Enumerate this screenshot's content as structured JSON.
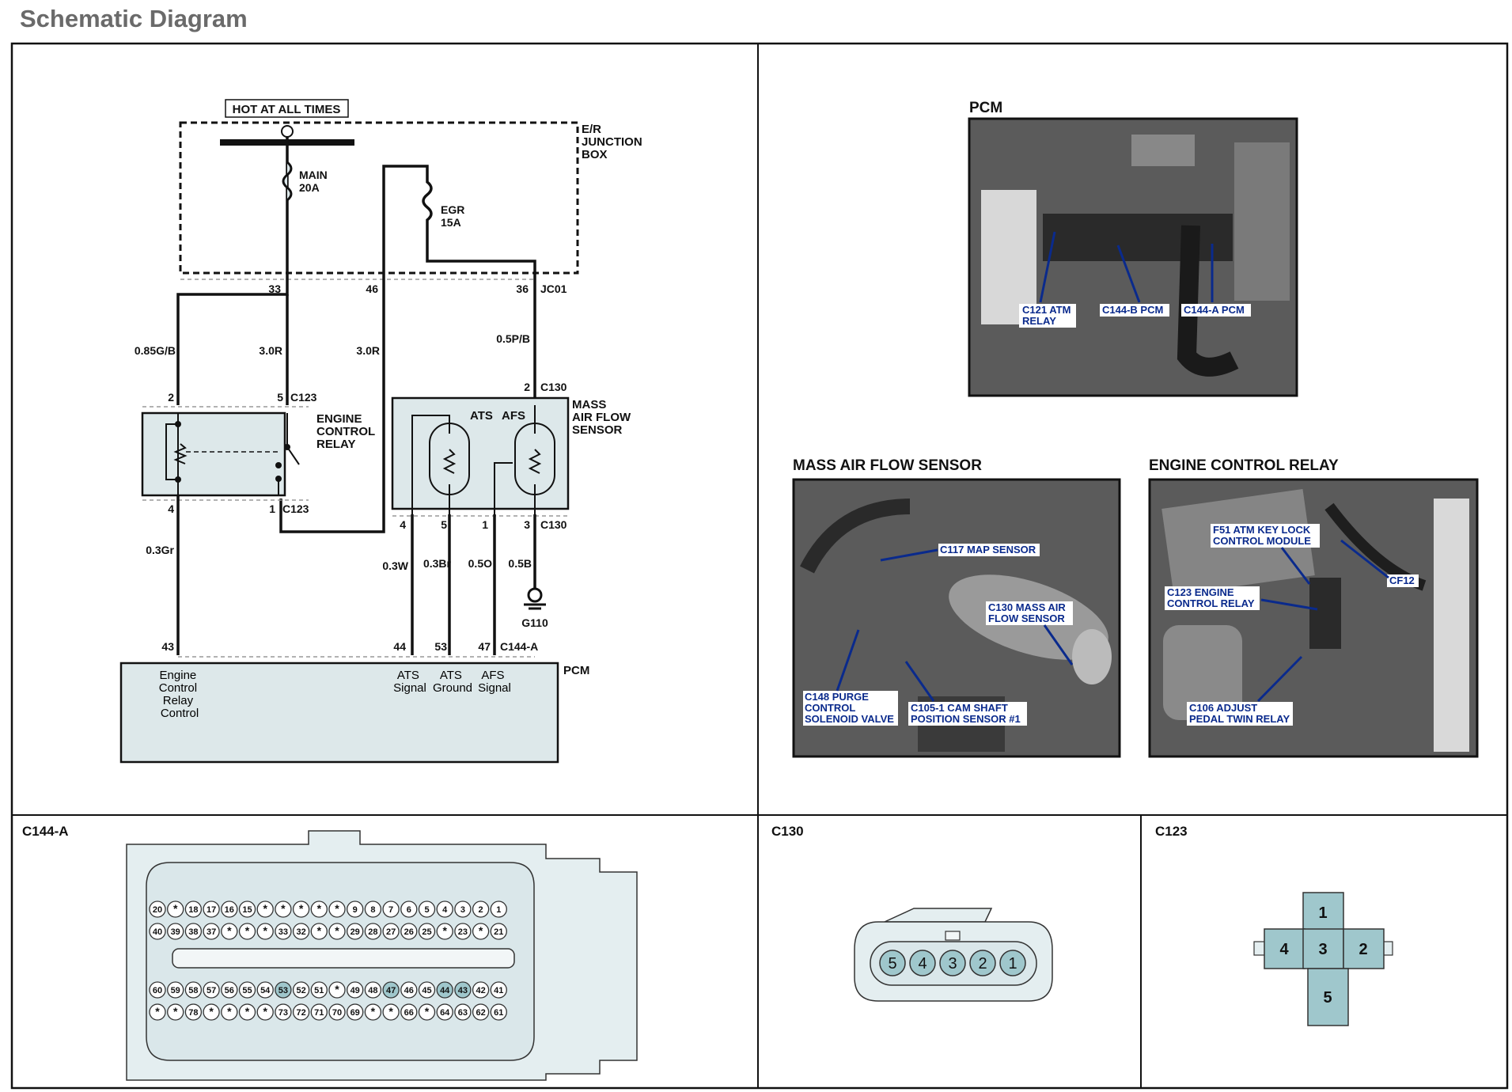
{
  "title": "Schematic Diagram",
  "schematic": {
    "power_label": "HOT AT ALL TIMES",
    "junction_box": [
      "E/R",
      "JUNCTION",
      "BOX"
    ],
    "fuse_main": [
      "MAIN",
      "20A"
    ],
    "fuse_egr": [
      "EGR",
      "15A"
    ],
    "jb_pins": [
      "33",
      "46",
      "36"
    ],
    "jc01": "JC01",
    "wires": {
      "w1": "0.85G/B",
      "w2": "3.0R",
      "w3": "3.0R",
      "w4": "0.5P/B",
      "w5": "0.3Gr",
      "w6": "0.3W",
      "w7": "0.3Br",
      "w8": "0.5O",
      "w9": "0.5B"
    },
    "relay": {
      "name": [
        "ENGINE",
        "CONTROL",
        "RELAY"
      ],
      "pin_top_left": "2",
      "pin_top_right": "5",
      "conn_top": "C123",
      "pin_bot_left": "4",
      "pin_bot_right": "1",
      "conn_bot": "C123"
    },
    "maf": {
      "name": [
        "MASS",
        "AIR FLOW",
        "SENSOR"
      ],
      "pin_top": "2",
      "conn_top": "C130",
      "ats": "ATS",
      "afs": "AFS",
      "pins_bottom": [
        "4",
        "5",
        "1",
        "3"
      ],
      "conn_bottom": "C130"
    },
    "ground": "G110",
    "pcm": {
      "name": "PCM",
      "pins": [
        "43",
        "44",
        "53",
        "47"
      ],
      "conn": "C144-A",
      "label_relay": [
        "Engine",
        "Control",
        "Relay",
        "Control"
      ],
      "label_ats_signal": [
        "ATS",
        "Signal"
      ],
      "label_ats_ground": [
        "ATS",
        "Ground"
      ],
      "label_afs_signal": [
        "AFS",
        "Signal"
      ]
    }
  },
  "photos": {
    "pcm": {
      "title": "PCM",
      "callouts": [
        [
          "C121 ATM",
          "RELAY"
        ],
        [
          "C144-B PCM"
        ],
        [
          "C144-A PCM"
        ]
      ]
    },
    "maf": {
      "title": "MASS AIR FLOW SENSOR",
      "callouts": [
        [
          "C117 MAP SENSOR"
        ],
        [
          "C130 MASS AIR",
          "FLOW SENSOR"
        ],
        [
          "C148 PURGE",
          "CONTROL",
          "SOLENOID VALVE"
        ],
        [
          "C105-1 CAM SHAFT",
          "POSITION SENSOR #1"
        ]
      ]
    },
    "ecr": {
      "title": "ENGINE CONTROL RELAY",
      "callouts": [
        [
          "F51 ATM KEY LOCK",
          "CONTROL MODULE"
        ],
        [
          "CF12"
        ],
        [
          "C123 ENGINE",
          "CONTROL RELAY"
        ],
        [
          "C106 ADJUST",
          "PEDAL TWIN RELAY"
        ]
      ]
    }
  },
  "connectors": {
    "c144a": {
      "label": "C144-A",
      "row1": [
        "20",
        "*",
        "18",
        "17",
        "16",
        "15",
        "*",
        "*",
        "*",
        "*",
        "*",
        "9",
        "8",
        "7",
        "6",
        "5",
        "4",
        "3",
        "2",
        "1"
      ],
      "row2": [
        "40",
        "39",
        "38",
        "37",
        "*",
        "*",
        "*",
        "33",
        "32",
        "*",
        "*",
        "29",
        "28",
        "27",
        "26",
        "25",
        "*",
        "23",
        "*",
        "21"
      ],
      "row3": [
        "60",
        "59",
        "58",
        "57",
        "56",
        "55",
        "54",
        "53",
        "52",
        "51",
        "*",
        "49",
        "48",
        "47",
        "46",
        "45",
        "44",
        "43",
        "42",
        "41"
      ],
      "row4": [
        "*",
        "*",
        "78",
        "*",
        "*",
        "*",
        "*",
        "73",
        "72",
        "71",
        "70",
        "69",
        "*",
        "*",
        "66",
        "*",
        "64",
        "63",
        "62",
        "61"
      ],
      "highlight": [
        "53",
        "47",
        "44",
        "43"
      ]
    },
    "c130": {
      "label": "C130",
      "pins": [
        "5",
        "4",
        "3",
        "2",
        "1"
      ]
    },
    "c123": {
      "label": "C123",
      "pins": {
        "top": "1",
        "left": "4",
        "center": "3",
        "right": "2",
        "bottom": "5"
      }
    }
  }
}
